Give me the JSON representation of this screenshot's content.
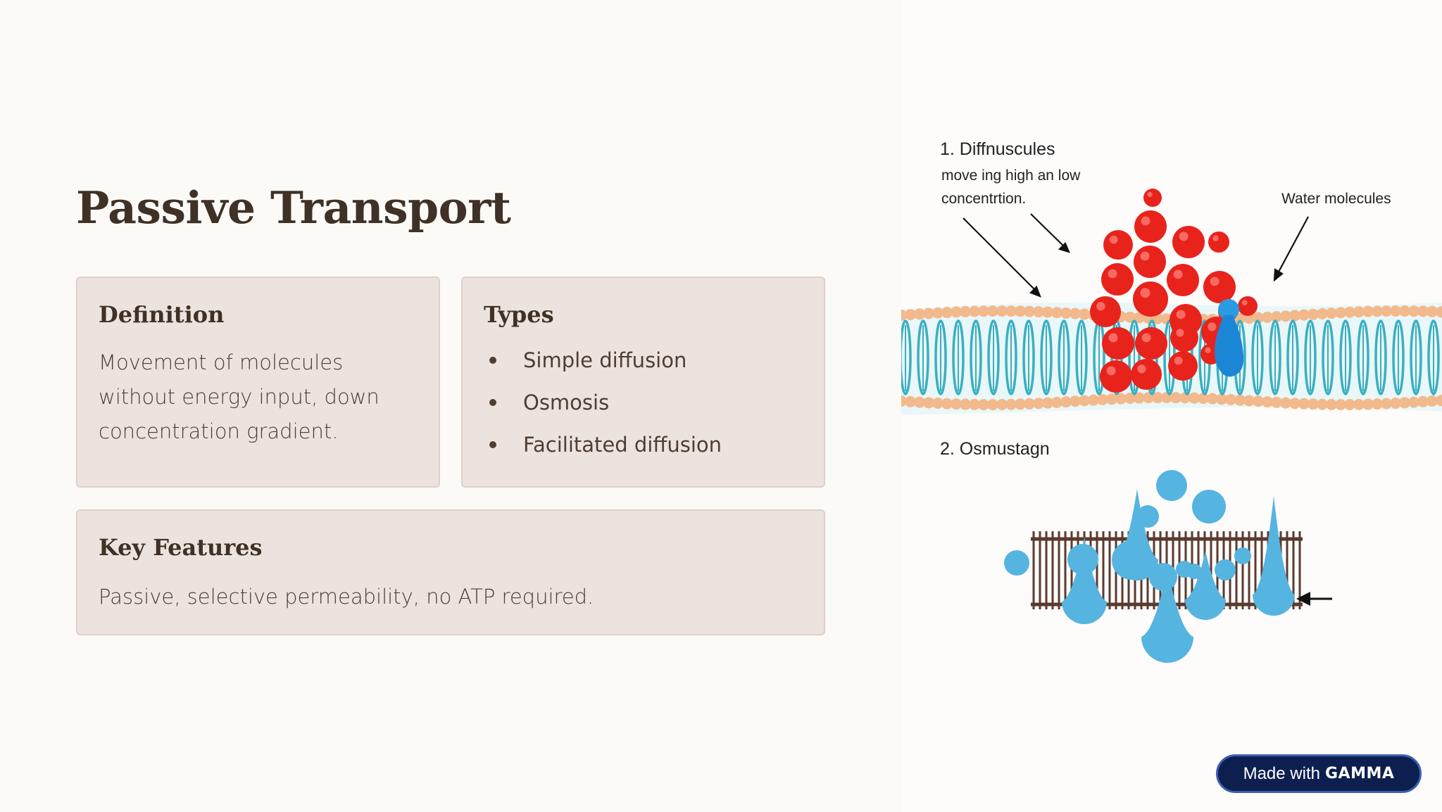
{
  "slide": {
    "title": "Passive Transport",
    "definition": {
      "heading": "Definition",
      "lines": [
        "Movement of molecules",
        "without energy input, down",
        "concentration gradient."
      ]
    },
    "types": {
      "heading": "Types",
      "items": [
        "Simple diffusion",
        "Osmosis",
        "Facilitated diffusion"
      ]
    },
    "key_features": {
      "heading": "Key Features",
      "text": "Passive, selective permeability, no ATP required."
    }
  },
  "diagram": {
    "label_1_title": "1. Diffnuscules",
    "label_1_line1": "move ing high an low",
    "label_1_line2": "concentrtion.",
    "label_water": "Water molecules",
    "label_2_title": "2. Osmustagn",
    "colors": {
      "lipid_head": "#f2b98c",
      "lipid_tail": "#3aafbf",
      "solute": "#e8231c",
      "water": "#56b4e0",
      "water_dark": "#1c86d6"
    }
  },
  "badge": {
    "prefix": "Made with",
    "brand": "GAMMA"
  }
}
